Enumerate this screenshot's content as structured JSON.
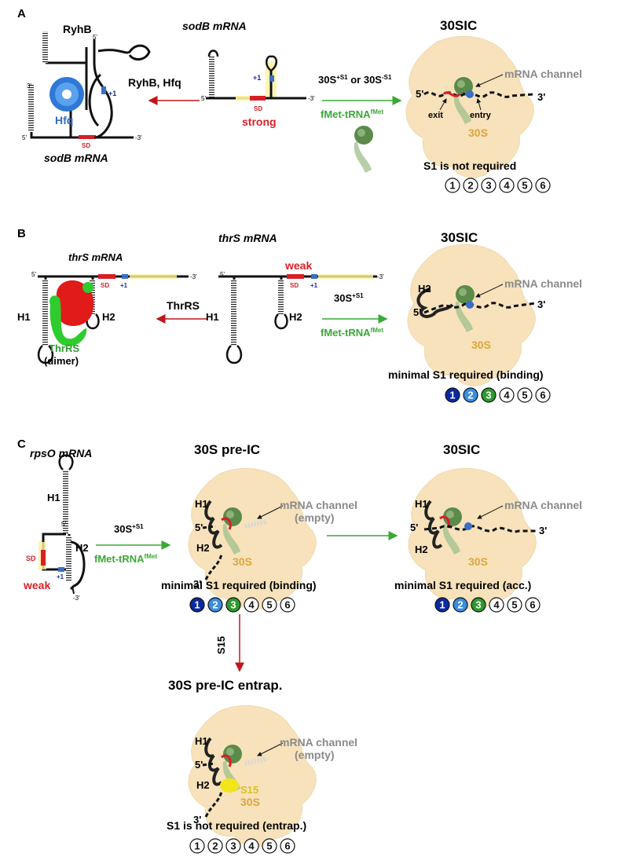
{
  "panelA": {
    "letter": "A",
    "rhyb_label": "RyhB",
    "hfq_label": "Hfq",
    "left_mrna_label": "sodB mRNA",
    "center_mrna_title": "sodB mRNA",
    "arrow_left_label": "RyhB, Hfq",
    "arrow_right_label_top": "30S",
    "arrow_right_s1_plus": "+S1",
    "arrow_right_or": " or 30S",
    "arrow_right_s1_minus": "-S1",
    "trna_label": "fMet-tRNA",
    "trna_sup": "fMet",
    "sd_label": "SD",
    "strong_label": "strong",
    "plus1": "+1",
    "end5": "5'",
    "end3": "-3'",
    "ic_title": "30SIC",
    "channel_label": "mRNA channel",
    "exit_label": "exit",
    "entry_label": "entry",
    "sub30s": "30S",
    "five_prime": "5'",
    "three_prime": "3'",
    "requirement": "S1 is not required",
    "domains": [
      "1",
      "2",
      "3",
      "4",
      "5",
      "6"
    ]
  },
  "panelB": {
    "letter": "B",
    "left_title": "thrS mRNA",
    "center_title": "thrS mRNA",
    "h1": "H1",
    "h2": "H2",
    "sd_label": "SD",
    "plus1": "+1",
    "end5": "5'",
    "end3": "-3'",
    "thrrs_label": "ThrRS",
    "dimer_label": "(dimer)",
    "arrow_left_label": "ThrRS",
    "weak_label": "weak",
    "arrow_right_label": "30S",
    "arrow_right_sup": "+S1",
    "trna_label": "fMet-tRNA",
    "trna_sup": "fMet",
    "ic_title": "30SIC",
    "channel_label": "mRNA channel",
    "sub30s": "30S",
    "five_prime": "5'",
    "three_prime": "3'",
    "requirement": "minimal S1 required (binding)",
    "domains": [
      "1",
      "2",
      "3",
      "4",
      "5",
      "6"
    ],
    "domain_colors": [
      "#0a2a9e",
      "#3a8de0",
      "#2e9a2e"
    ]
  },
  "panelC": {
    "letter": "C",
    "mrna_title": "rpsO mRNA",
    "h1": "H1",
    "h2": "H2",
    "sd_label": "SD",
    "plus1": "+1",
    "weak_label": "weak",
    "end5": "5'",
    "end3": "-3'",
    "arrow_label": "30S",
    "arrow_sup": "+S1",
    "trna_label": "fMet-tRNA",
    "trna_sup": "fMet",
    "preic_title": "30S pre-IC",
    "ic_title": "30SIC",
    "channel_label": "mRNA channel",
    "channel_empty": "(empty)",
    "sub30s": "30S",
    "five_prime": "5'",
    "three_prime": "3'",
    "preic_requirement": "minimal S1 required (binding)",
    "ic_requirement": "minimal S1 required (acc.)",
    "s15_arrow_label": "S15",
    "entrap_title": "30S pre-IC entrap.",
    "s15_label": "S15",
    "entrap_requirement": "S1 is not required (entrap.)",
    "domains": [
      "1",
      "2",
      "3",
      "4",
      "5",
      "6"
    ]
  }
}
